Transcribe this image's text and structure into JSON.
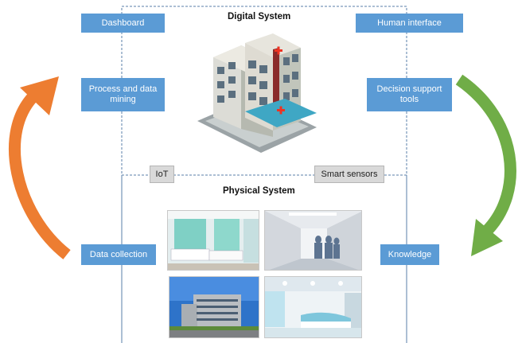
{
  "digital_system": {
    "title": "Digital System",
    "boxes": [
      "Dashboard",
      "Human interface",
      "Process and data mining",
      "Decision support tools"
    ]
  },
  "physical_system": {
    "title": "Physical System",
    "tags": [
      "IoT",
      "Smart sensors"
    ],
    "boxes": [
      "Data collection",
      "Knowledge"
    ]
  },
  "colors": {
    "box_blue": "#5b9bd5",
    "arrow_orange": "#ed7d31",
    "arrow_green": "#70ad47",
    "tag_gray": "#d9d9d9"
  },
  "icons": [
    "hospital-building-icon",
    "orange-cycle-arrow",
    "green-cycle-arrow"
  ],
  "photos": [
    "hospital-ward-photo",
    "hospital-corridor-photo",
    "hospital-exterior-photo",
    "hospital-lobby-photo"
  ]
}
